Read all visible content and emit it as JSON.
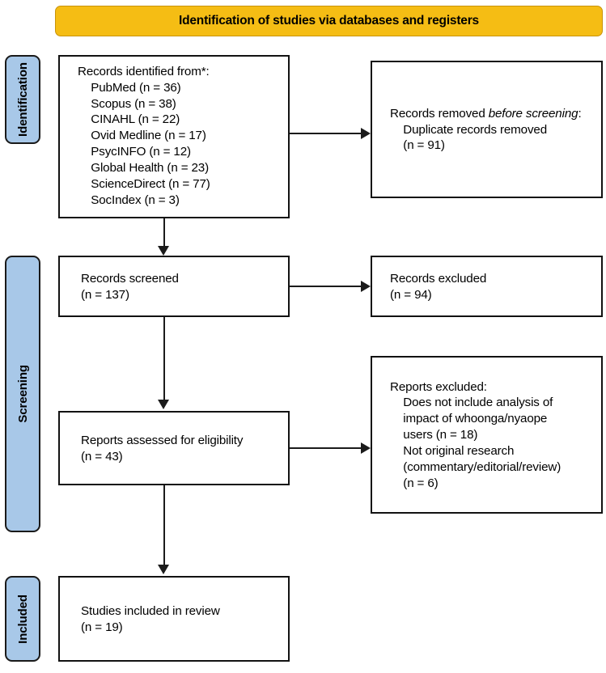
{
  "banner": {
    "title": "Identification of studies via databases and registers",
    "bg_color": "#F5BD14",
    "border_color": "#C8930A"
  },
  "stages": {
    "color": "#A8C8E8",
    "identification": "Identification",
    "screening": "Screening",
    "included": "Included"
  },
  "boxes": {
    "identified": "Records identified from*:\n    PubMed (n = 36)\n    Scopus (n = 38)\n    CINAHL (n = 22)\n    Ovid Medline (n = 17)\n    PsycINFO (n = 12)\n    Global Health (n = 23)\n    ScienceDirect (n = 77)\n    SocIndex (n = 3)",
    "removed_line1": "Records removed ",
    "removed_italic": "before screening",
    "removed_line2": ":\n    Duplicate records removed\n    (n = 91)",
    "screened": "Records screened\n(n = 137)",
    "excluded": "Records excluded\n(n = 94)",
    "eligibility": "Reports assessed for eligibility\n(n = 43)",
    "reports_excluded": "Reports excluded:\n    Does not include analysis of\n    impact of whoonga/nyaope\n    users (n = 18)\n    Not original research\n    (commentary/editorial/review)\n    (n = 6)",
    "included": "Studies included in review\n(n = 19)"
  },
  "chart_data": {
    "type": "table",
    "title": "Identification of studies via databases and registers",
    "stages": [
      "Identification",
      "Screening",
      "Included"
    ],
    "sources": [
      {
        "name": "PubMed",
        "n": 36
      },
      {
        "name": "Scopus",
        "n": 38
      },
      {
        "name": "CINAHL",
        "n": 22
      },
      {
        "name": "Ovid Medline",
        "n": 17
      },
      {
        "name": "PsycINFO",
        "n": 12
      },
      {
        "name": "Global Health",
        "n": 23
      },
      {
        "name": "ScienceDirect",
        "n": 77
      },
      {
        "name": "SocIndex",
        "n": 3
      }
    ],
    "flow": [
      {
        "step": "Duplicate records removed",
        "n": 91
      },
      {
        "step": "Records screened",
        "n": 137
      },
      {
        "step": "Records excluded",
        "n": 94
      },
      {
        "step": "Reports assessed for eligibility",
        "n": 43
      },
      {
        "step": "Excluded: does not include analysis of impact of whoonga/nyaope users",
        "n": 18
      },
      {
        "step": "Excluded: not original research (commentary/editorial/review)",
        "n": 6
      },
      {
        "step": "Studies included in review",
        "n": 19
      }
    ]
  }
}
